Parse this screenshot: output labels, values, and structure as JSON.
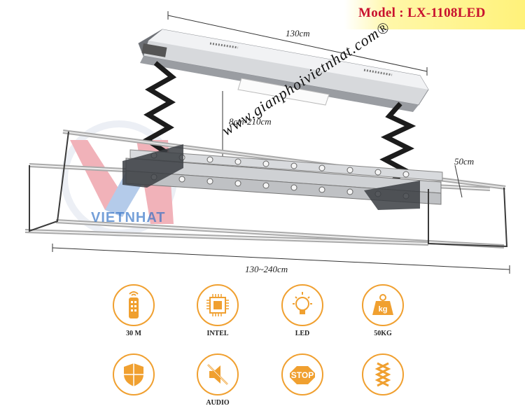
{
  "model": {
    "text": "Model : LX-1108LED"
  },
  "dimensions": {
    "top_length": "130cm",
    "height_range": "8cm-210cm",
    "depth": "50cm",
    "bottom_length": "130~240cm"
  },
  "watermark": "www.gianphoivietnhat.com®",
  "logo_text": "VIETNHAT",
  "features": [
    {
      "icon": "remote-control-icon",
      "label": "30 M"
    },
    {
      "icon": "cpu-chip-icon",
      "label": "INTEL"
    },
    {
      "icon": "light-bulb-icon",
      "label": "LED"
    },
    {
      "icon": "weight-icon",
      "label": "50KG",
      "badge": "kg"
    },
    {
      "icon": "shield-icon",
      "label": ""
    },
    {
      "icon": "mute-speaker-icon",
      "label": "AUDIO"
    },
    {
      "icon": "stop-sign-icon",
      "label": "",
      "badge": "STOP"
    },
    {
      "icon": "scissor-lift-icon",
      "label": ""
    }
  ],
  "colors": {
    "accent": "#f0a030",
    "model_text": "#c8102e",
    "model_bg": "#fff27a",
    "logo_red": "#d9263a",
    "logo_blue": "#2b6cc4"
  }
}
